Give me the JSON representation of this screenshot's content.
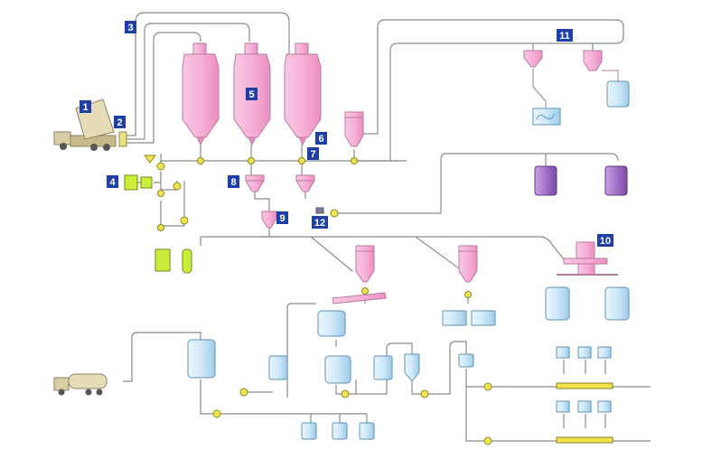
{
  "diagram": {
    "callout_labels": [
      "1",
      "2",
      "3",
      "4",
      "5",
      "6",
      "7",
      "8",
      "9",
      "10",
      "11",
      "12"
    ]
  },
  "colors": {
    "label_box": "#1f3fa8",
    "label_text": "#ffffff",
    "silo_pink": "#f7b4d8",
    "vessel_blue": "#cfe8f8",
    "vessel_purple": "#a274c8",
    "pump_yellow": "#f2e34a",
    "device_green": "#c9ef3a",
    "pipe": "#8a8a8a"
  }
}
